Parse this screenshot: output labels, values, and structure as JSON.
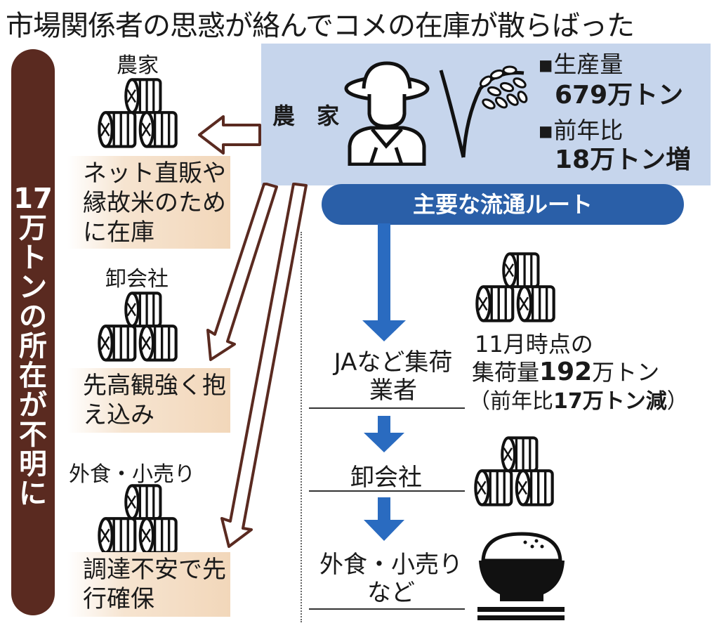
{
  "title": "市場関係者の思惑が絡んでコメの在庫が散らばった",
  "sidebar_text": "17万トンの所在が不明に",
  "farmer": {
    "label": "農 家",
    "stat1_label": "▪生産量",
    "stat1_value": "679万トン",
    "stat2_label": "▪前年比",
    "stat2_value": "18万トン増"
  },
  "left_column": [
    {
      "label": "農家",
      "reason": "ネット直販や縁故米のために在庫"
    },
    {
      "label": "卸会社",
      "reason": "先高観強く抱え込み"
    },
    {
      "label": "外食・小売り",
      "reason": "調達不安で先行確保"
    }
  ],
  "route": {
    "title": "主要な流通ルート",
    "stage1": "JAなど集荷業者",
    "stage1_note_a": "11月時点の",
    "stage1_note_b_prefix": "集荷量",
    "stage1_note_b_value": "192",
    "stage1_note_b_suffix": "万トン",
    "stage1_note_c_prefix": "（前年比",
    "stage1_note_c_value": "17万トン減",
    "stage1_note_c_suffix": "）",
    "stage2": "卸会社",
    "stage3": "外食・小売りなど"
  },
  "colors": {
    "sidebar": "#5a2a20",
    "farmer_box": "#c6d5ec",
    "route_blue": "#2a5fa8",
    "reason_fill": "#f2d7ba",
    "outline_arrow": "#5a2a20"
  },
  "icons": [
    "rice-bales-icon",
    "farmer-icon",
    "rice-plant-icon",
    "rice-bowl-icon",
    "chopsticks-icon"
  ]
}
